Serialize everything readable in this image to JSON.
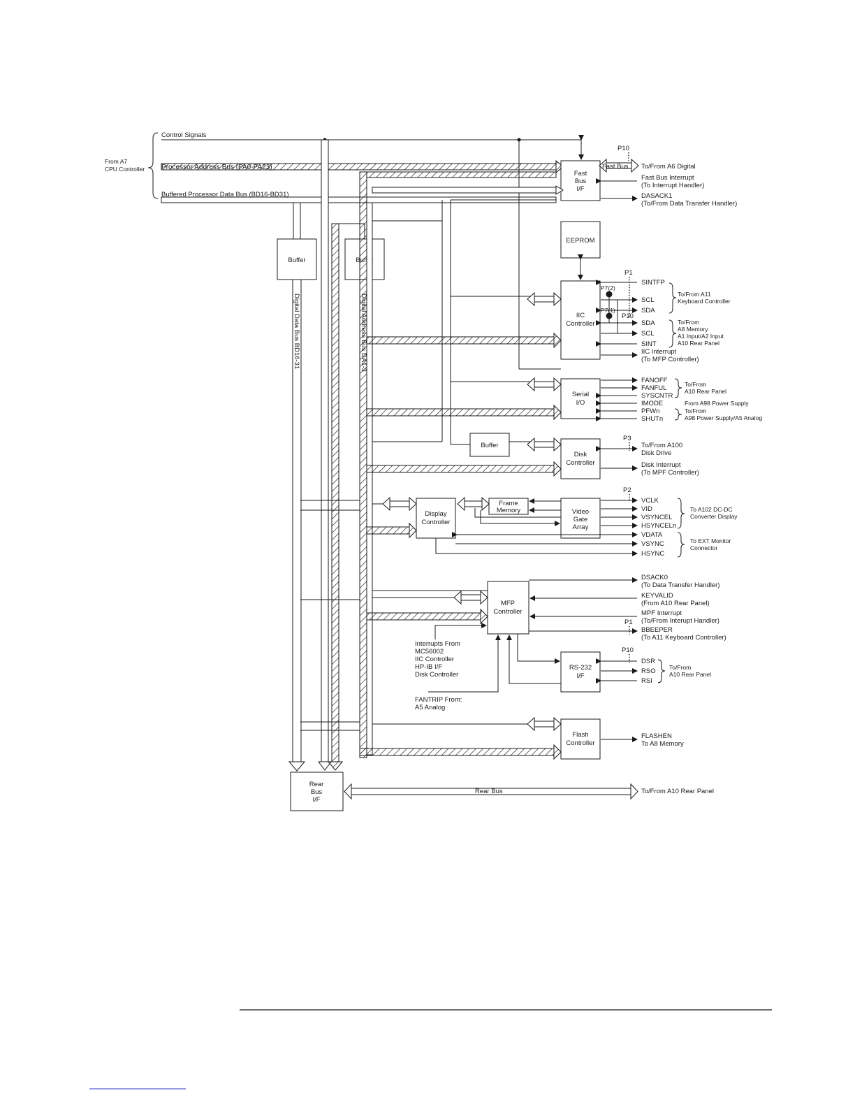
{
  "source": {
    "from_a7": [
      "From A7",
      "CPU Controller"
    ]
  },
  "input_buses": {
    "control": "Control Signals",
    "address": "Processor Address Bus (PA0-PA23)",
    "data": "Buffered Processor Data Bus (BD16-BD31)"
  },
  "internal_buses": {
    "data": "Digital Data Bus BD16-31",
    "address": "Digital Address Bus DA1-3"
  },
  "blocks": {
    "buffer_data": "Buffer",
    "buffer_addr": "Buffer",
    "fast_bus_if": [
      "Fast",
      "Bus",
      "I/F"
    ],
    "eeprom": "EEPROM",
    "iic_controller": [
      "IIC",
      "Controller"
    ],
    "serial_io": [
      "Serial",
      "I/O"
    ],
    "disk_buffer": "Buffer",
    "disk_controller": [
      "Disk",
      "Controller"
    ],
    "display_controller": [
      "Display",
      "Controller"
    ],
    "frame_memory": [
      "Frame",
      "Memory"
    ],
    "video_gate_array": [
      "Video",
      "Gate",
      "Array"
    ],
    "mfp_controller": [
      "MFP",
      "Controller"
    ],
    "rs232_if": [
      "RS-232",
      "I/F"
    ],
    "flash_controller": [
      "Flash",
      "Controller"
    ],
    "rear_bus_if": [
      "Rear",
      "Bus",
      "I/F"
    ]
  },
  "connectors": {
    "fast_bus": "P10",
    "iic_top": "P1",
    "p7_2": "P7(2)",
    "p7_1": "P7(1)",
    "iic_p10": "P10",
    "disk": "P3",
    "video": "P2",
    "mfp": "P1",
    "rs232": "P10"
  },
  "fast_bus": {
    "bus_label": "Fast Bus",
    "a6": "To/From A6 Digital",
    "interrupt": [
      "Fast Bus Interrupt",
      "(To Interrupt Handler)"
    ],
    "dsack1": [
      "DASACK1",
      "(To/From Data Transfer Handler)"
    ]
  },
  "iic": {
    "signals": [
      "SINTFP",
      "SCL",
      "SDA",
      "SDA",
      "SCL",
      "SINT"
    ],
    "a11": [
      "To/From A11",
      "Keyboard Controller"
    ],
    "a8": [
      "To/From",
      "A8 Memory",
      "A1 Input/A2 Input",
      "A10 Rear Panel"
    ],
    "interrupt": [
      "IIC Interrupt",
      "(To MFP Controller)"
    ]
  },
  "serial": {
    "signals": [
      "FANOFF",
      "FANFUL",
      "SYSCNTR",
      "IMODE",
      "PFWn",
      "SHUTn"
    ],
    "a10": [
      "To/From",
      "A10 Rear Panel"
    ],
    "a98_from": "From A98 Power Supply",
    "a98_tofrom": [
      "To/From",
      "A98 Power Supply/A5 Analog"
    ]
  },
  "disk": {
    "a100": [
      "To/From A100",
      "Disk Drive"
    ],
    "interrupt": [
      "Disk Interrupt",
      "(To MPF Controller)"
    ]
  },
  "video": {
    "signals": [
      "VCLK",
      "VID",
      "VSYNCEL",
      "HSYNCELn",
      "VDATA",
      "VSYNC",
      "HSYNC"
    ],
    "a102": [
      "To A102 DC-DC",
      "Converter Display"
    ],
    "ext": [
      "To EXT Monitor",
      "Connector"
    ]
  },
  "mfp": {
    "dsack0": [
      "DSACK0",
      "(To Data Transfer Handler)"
    ],
    "keyvalid": [
      "KEYVALID",
      "(From A10 Rear Panel)"
    ],
    "interrupt": [
      "MPF Interrupt",
      "(To/From Interupt Handler)"
    ],
    "bbeeper": [
      "BBEEPER",
      "(To A11 Keyboard Controller)"
    ],
    "interrupts_from": [
      "Interrupts From",
      "MC56002",
      "IIC Controller",
      "HP-IB I/F",
      "Disk Controller"
    ],
    "fantrip": [
      "FANTRIP From:",
      "A5 Analog"
    ]
  },
  "rs232": {
    "signals": [
      "DSR",
      "RSO",
      "RSI"
    ],
    "a10": [
      "To/From",
      "A10 Rear Panel"
    ]
  },
  "flash": {
    "out": [
      "FLASHEN",
      "To A8 Memory"
    ]
  },
  "rear": {
    "bus_label": "Rear Bus",
    "out": "To/From A10 Rear Panel"
  },
  "colors": {
    "line": "#1a1a1a",
    "footer_link": "#3333cc"
  }
}
